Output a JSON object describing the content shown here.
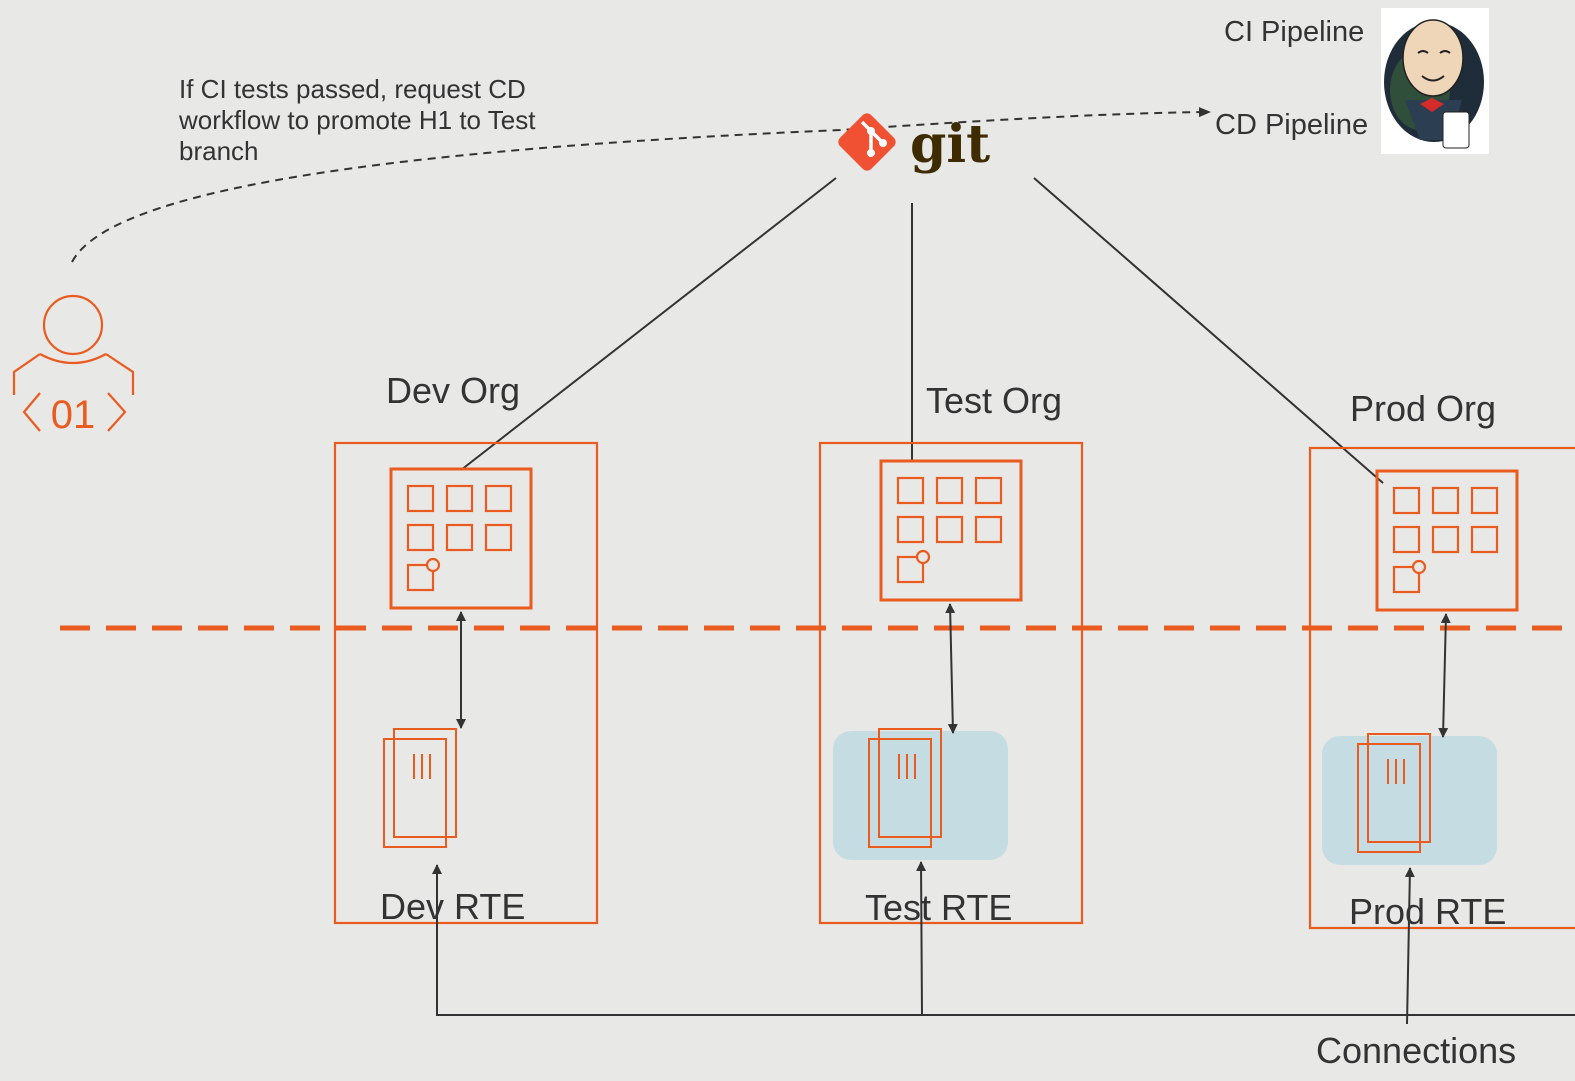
{
  "note": {
    "lines": [
      "If CI tests passed, request CD",
      "workflow to promote H1 to Test",
      "branch"
    ]
  },
  "git": {
    "label": "git",
    "icon": "git-logo-icon"
  },
  "jenkins": {
    "icon": "jenkins-butler-icon"
  },
  "pipelines": {
    "ci": "CI Pipeline",
    "cd": "CD Pipeline"
  },
  "orgs": [
    {
      "name": "Dev Org",
      "rte": "Dev RTE"
    },
    {
      "name": "Test Org",
      "rte": "Test RTE"
    },
    {
      "name": "Prod Org",
      "rte": "Prod RTE"
    }
  ],
  "connections_label": "Connections",
  "developer": {
    "icon": "developer-code-icon",
    "code": "<01>"
  },
  "colors": {
    "accent": "#ea5b20",
    "line": "#333333",
    "rte_bg": "#c5dde2",
    "git": "#f05133",
    "background": "#e8e8e6"
  }
}
